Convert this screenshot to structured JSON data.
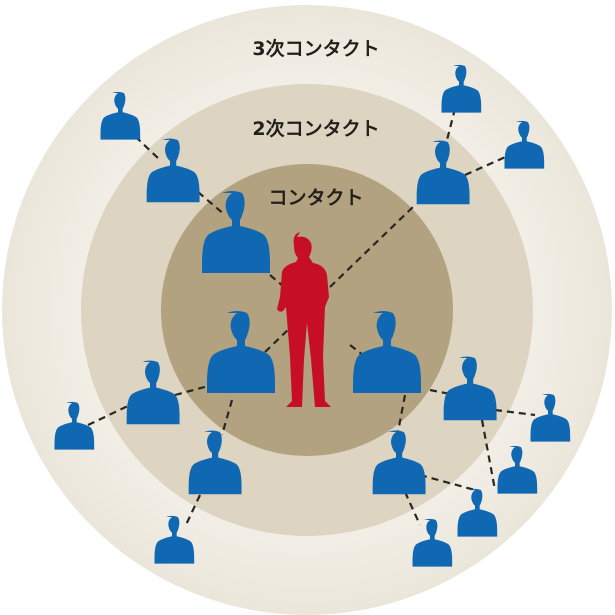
{
  "labels": {
    "third": "3次コンタクト",
    "second": "2次コンタクト",
    "first": "コンタクト"
  },
  "colors": {
    "outer_ring": "#f2efe7",
    "middle_ring": "#ddd4c1",
    "inner_ring": "#b2a27f",
    "contact": "#1068b3",
    "self": "#c60f24",
    "line": "#2a2622"
  }
}
